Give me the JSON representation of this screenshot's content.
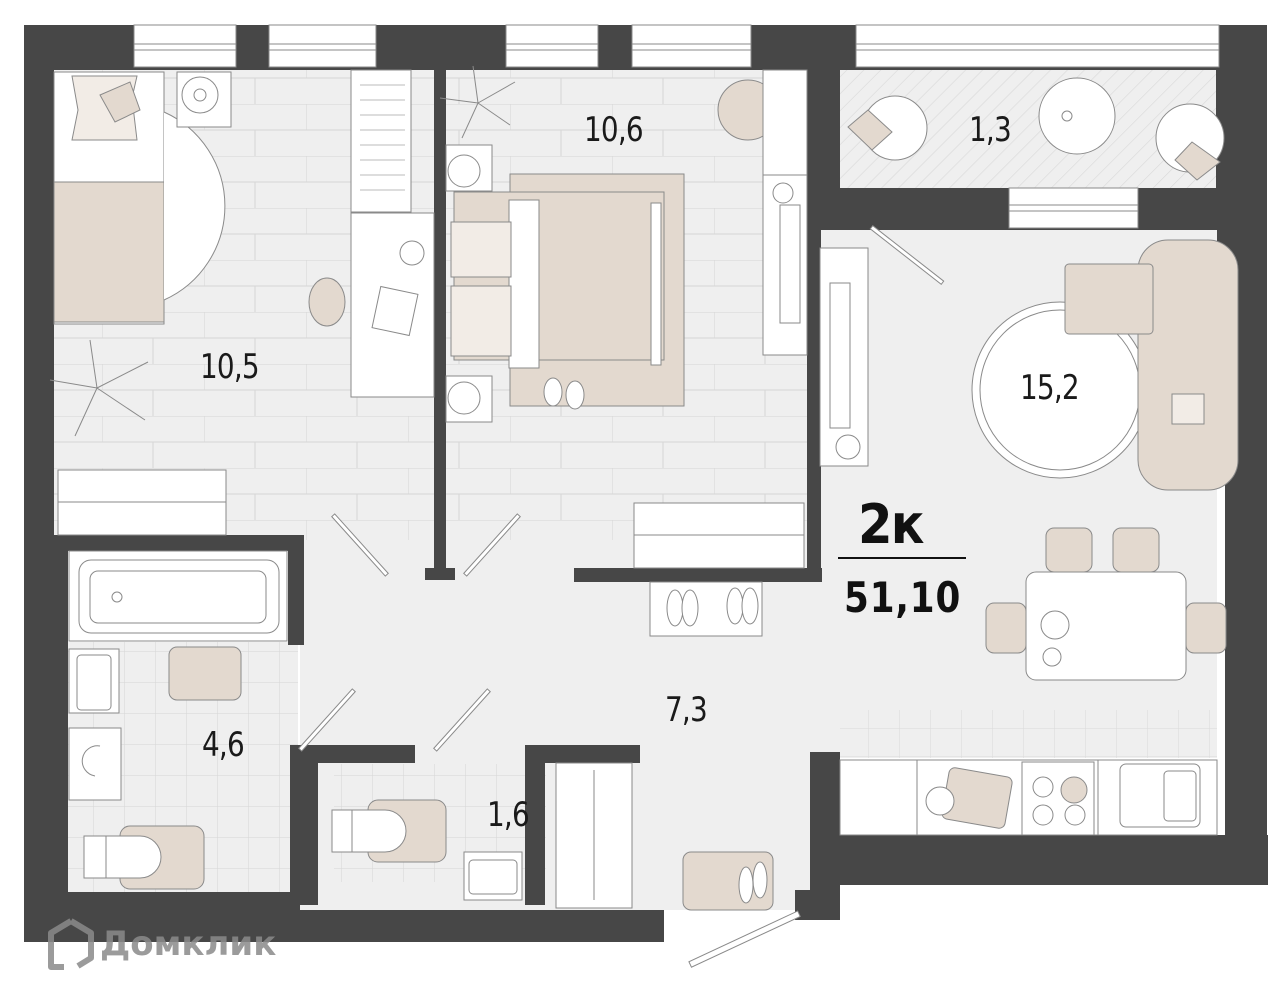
{
  "plan": {
    "apartment_type": "2к",
    "total_area": "51,10",
    "colors": {
      "wall": "#474747",
      "floor": "#efefef",
      "furniture_fill": "#e3d9cf",
      "line": "#8a8a8a",
      "white": "#ffffff"
    },
    "rooms": [
      {
        "id": "bedroom-1",
        "area": "10,5"
      },
      {
        "id": "bedroom-2",
        "area": "10,6"
      },
      {
        "id": "balcony",
        "area": "1,3"
      },
      {
        "id": "living-kitchen",
        "area": "15,2"
      },
      {
        "id": "hallway",
        "area": "7,3"
      },
      {
        "id": "bathroom",
        "area": "4,6"
      },
      {
        "id": "wc",
        "area": "1,6"
      }
    ]
  },
  "watermark": {
    "text": "Домклик",
    "icon": "house-logo-icon"
  }
}
